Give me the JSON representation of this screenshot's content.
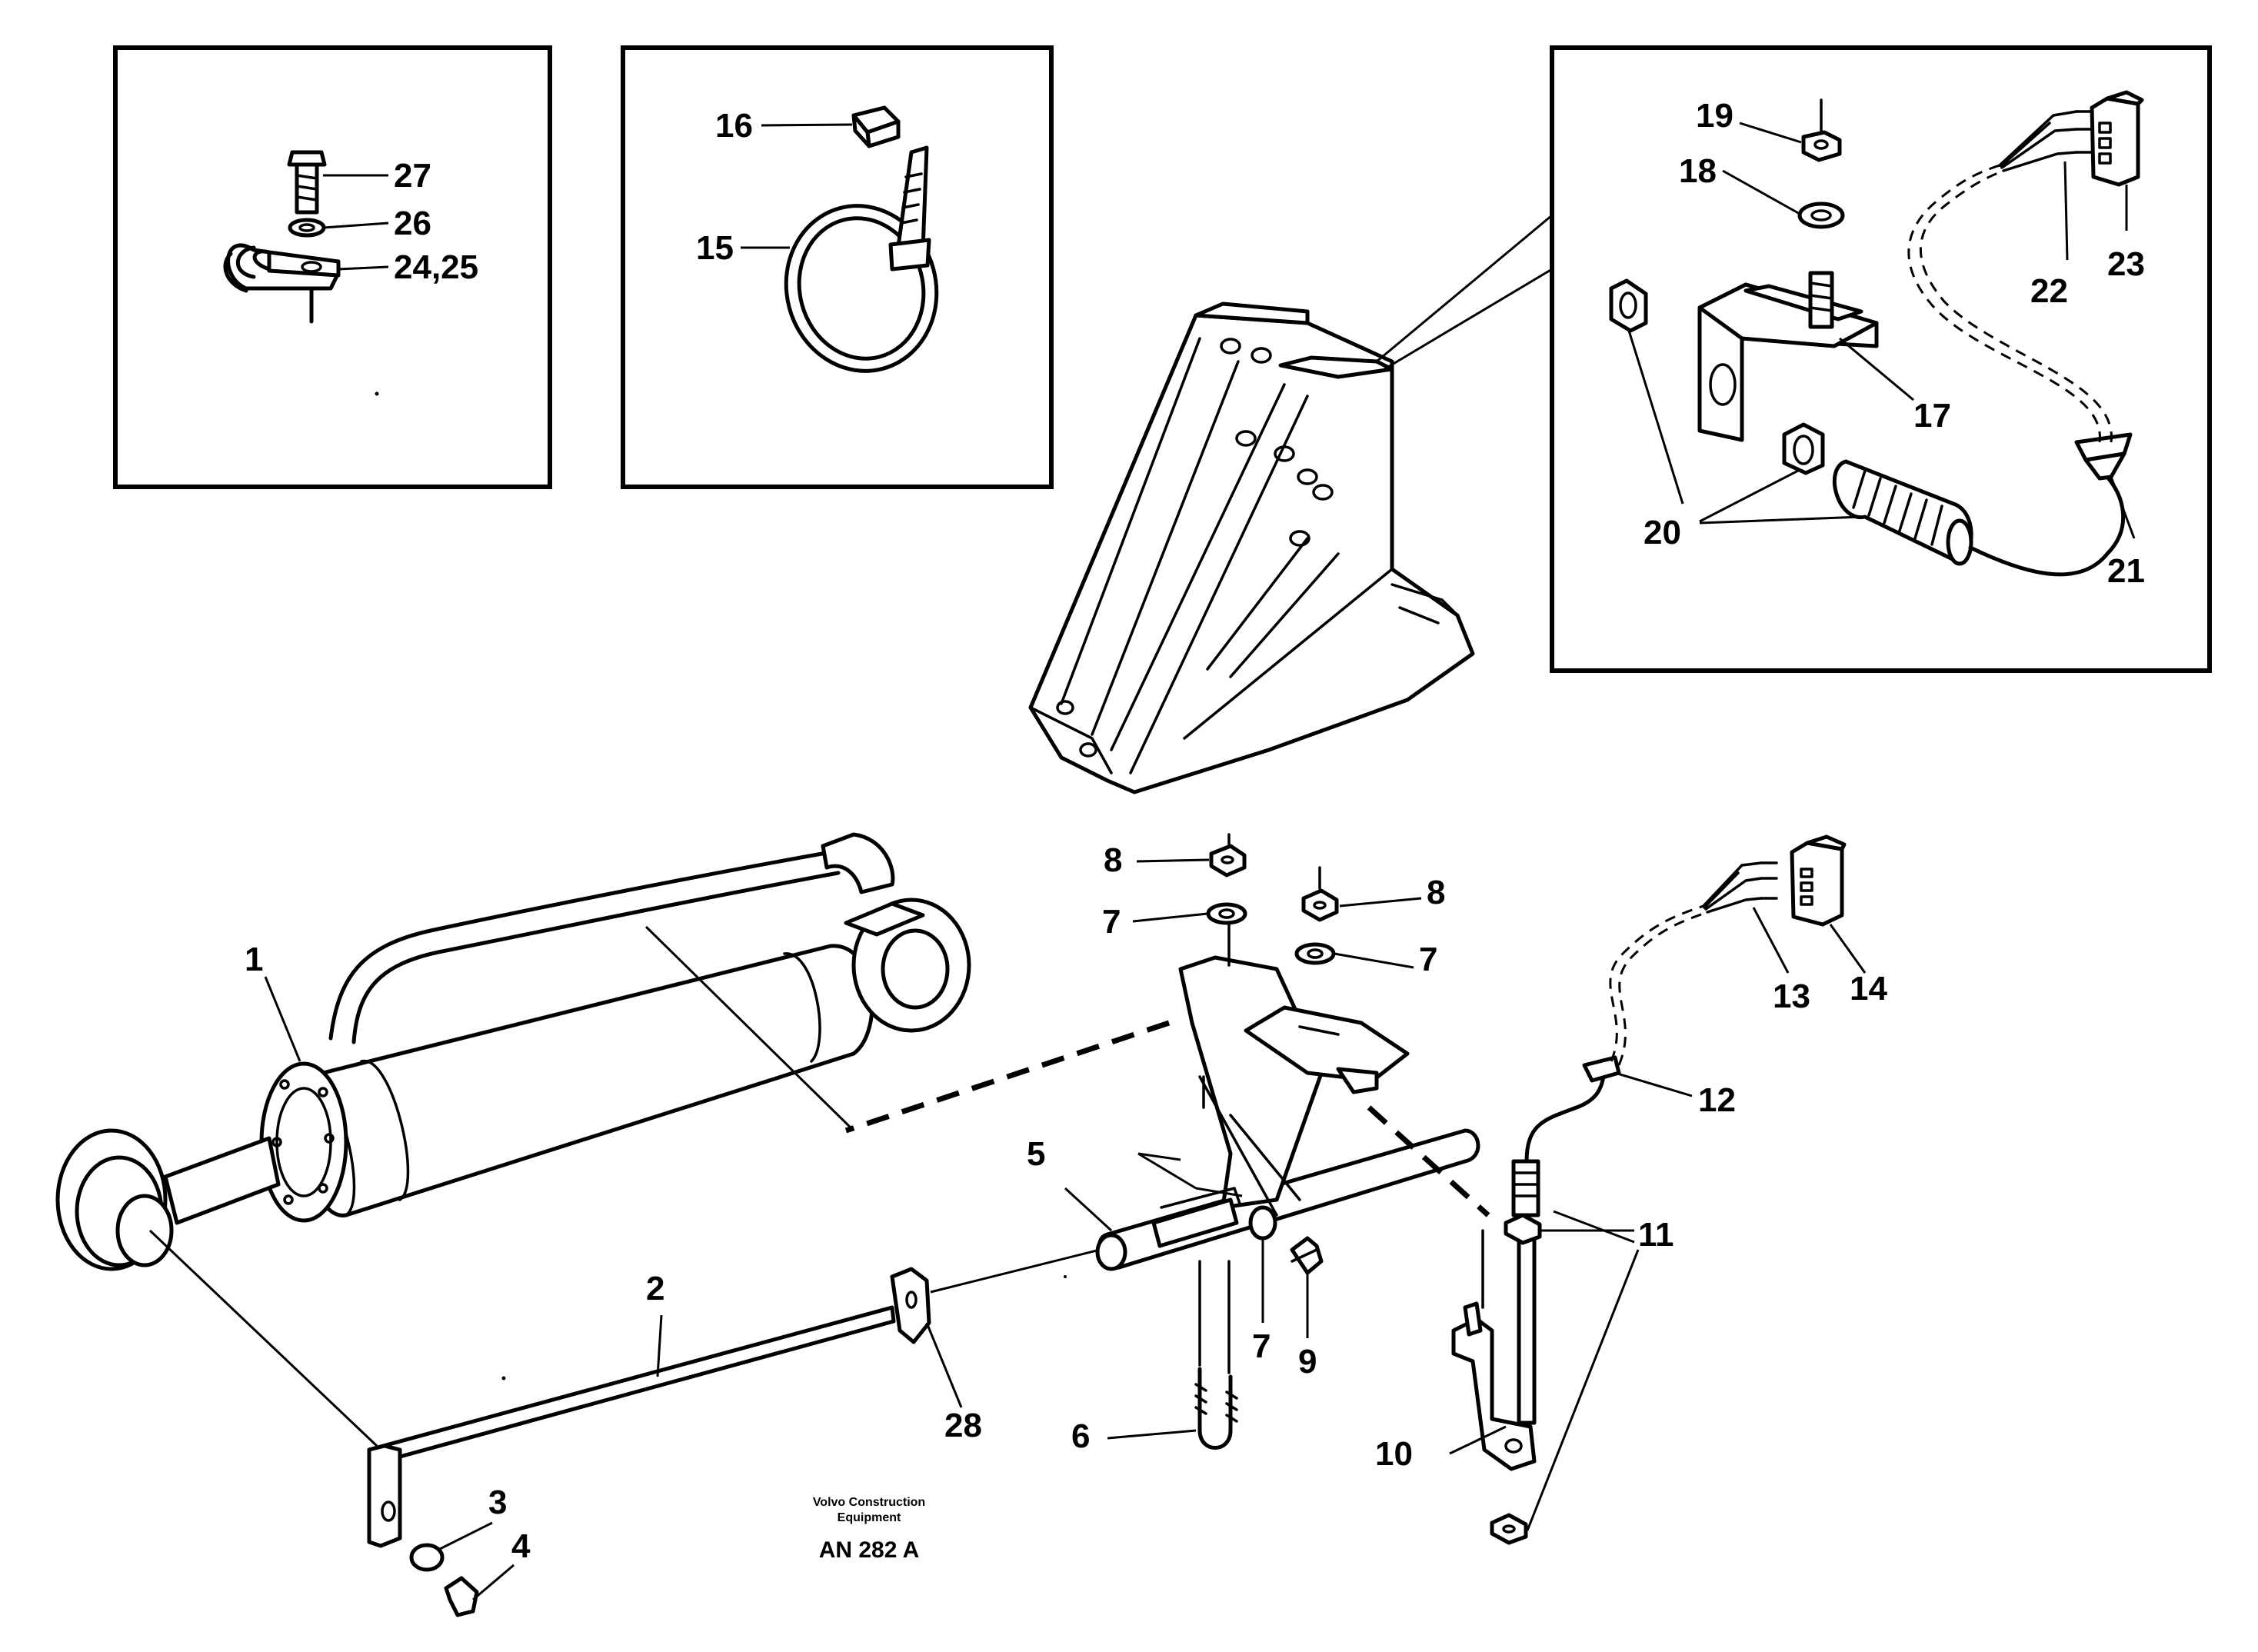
{
  "callouts": {
    "c1": "1",
    "c2": "2",
    "c3": "3",
    "c4": "4",
    "c5": "5",
    "c6": "6",
    "c7a": "7",
    "c7b": "7",
    "c7c": "7",
    "c8a": "8",
    "c8b": "8",
    "c9": "9",
    "c10": "10",
    "c11": "11",
    "c12": "12",
    "c13": "13",
    "c14": "14",
    "c15": "15",
    "c16": "16",
    "c17": "17",
    "c18": "18",
    "c19": "19",
    "c20": "20",
    "c21": "21",
    "c22": "22",
    "c23": "23",
    "c2425": "24,25",
    "c26": "26",
    "c27": "27",
    "c28": "28"
  },
  "footer": {
    "maker_line1": "Volvo Construction",
    "maker_line2": "Equipment",
    "ref_code": "AN 282 A"
  }
}
